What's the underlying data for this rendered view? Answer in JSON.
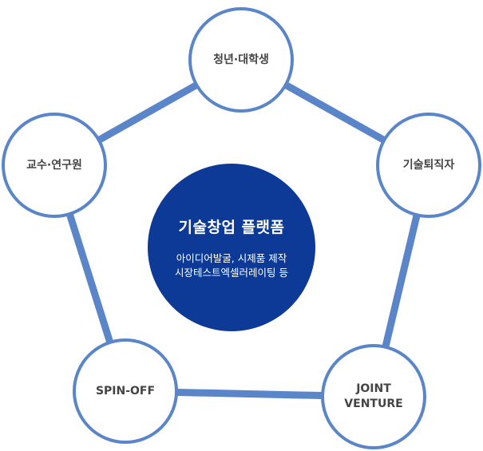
{
  "center": {
    "title": "기술창업 플랫폼",
    "description": "아이디어발굴, 시제품 제작\n시장테스트엑셀러레이팅 등"
  },
  "nodes": [
    {
      "label": "청년·대학생"
    },
    {
      "label": "기술퇴직자"
    },
    {
      "label": "JOINT\nVENTURE"
    },
    {
      "label": "SPIN-OFF"
    },
    {
      "label": "교수·연구원"
    }
  ],
  "colors": {
    "ring": "#5b85c9",
    "edge": "#5b85c9",
    "center_fill": "#0c3a96",
    "node_text": "#444444"
  }
}
